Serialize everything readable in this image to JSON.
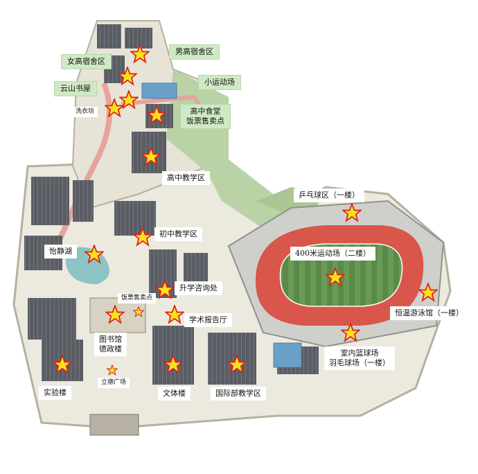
{
  "labels": {
    "boys_dorm": "男高宿舍区",
    "girls_dorm": "女高宿舍区",
    "yunshan": "云山书屋",
    "small_field": "小运动场",
    "laundry": "洗衣坊",
    "hs_canteen": "高中食堂",
    "meal_tickets": "饭票售卖点",
    "hs_teaching": "高中教学区",
    "pingpong": "乒乓球区（一楼）",
    "ms_teaching": "初中教学区",
    "track": "400米运动场（二楼）",
    "yijing_lake": "怡静湖",
    "admissions": "升学咨询处",
    "meal_tickets_2": "饭票售卖点",
    "lecture_hall": "学术报告厅",
    "swimming": "恒温游泳馆（一楼）",
    "library": "图书馆",
    "dezheng": "德政楼",
    "basketball": "室内篮球场",
    "badminton": "羽毛球场（一楼）",
    "lide_square": "立德广场",
    "lab": "实验楼",
    "arts_sports": "文体楼",
    "intl_dept": "国际部教学区"
  },
  "colors": {
    "marker_fill": "#f9e21c",
    "marker_stroke": "#e01e1e",
    "label_green": "#cfe9c4",
    "track_red": "#d9574a",
    "field_green": "#5d8f4a",
    "roof_dark": "#4a4d52",
    "ground": "#e9e6dc"
  },
  "icons": [
    "star-marker-icon"
  ]
}
